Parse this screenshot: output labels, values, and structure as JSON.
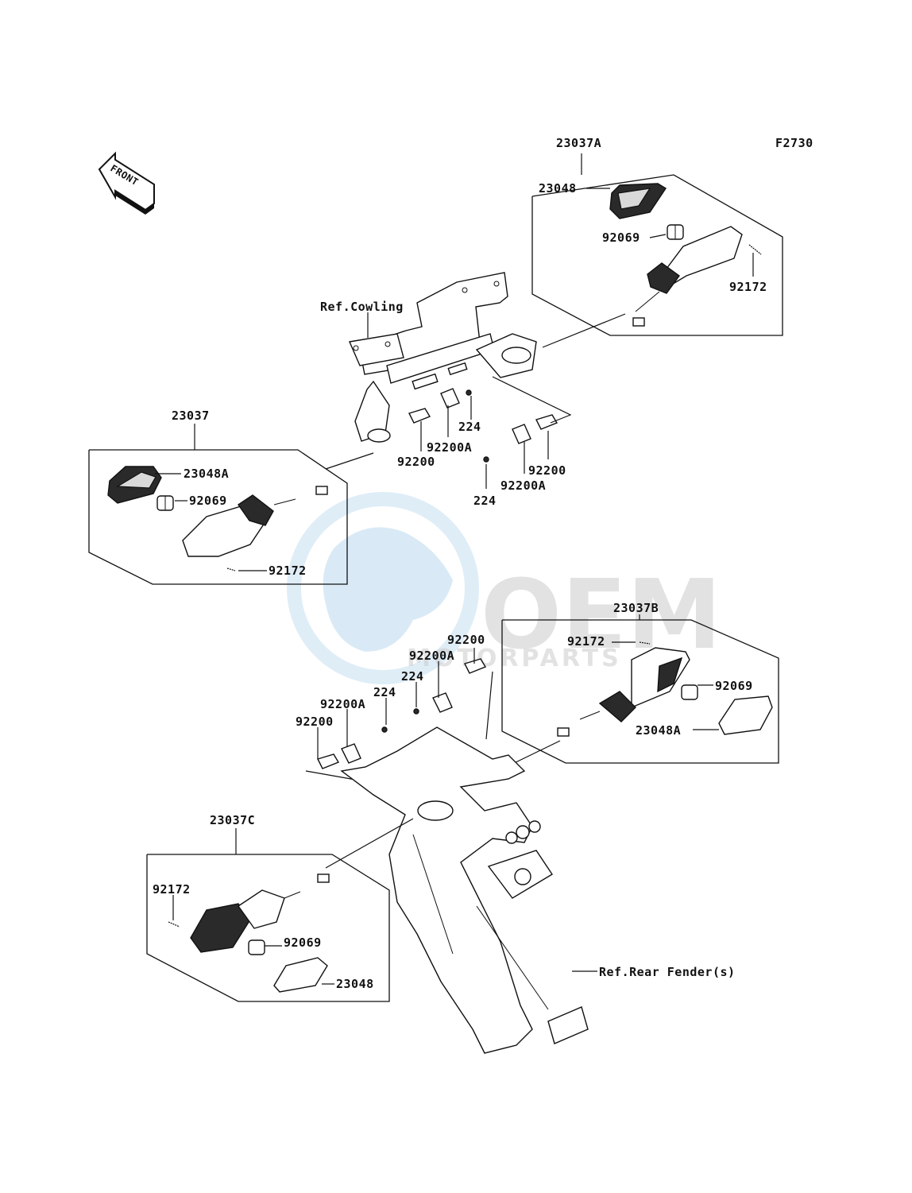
{
  "diagram_code": "F2730",
  "front_badge": "FRONT",
  "watermark": {
    "brand": "OEM",
    "sub": "MOTORPARTS"
  },
  "labels": {
    "a_23037A": "23037A",
    "a_23048": "23048",
    "a_92069": "92069",
    "a_92172": "92172",
    "ref_cowling": "Ref.Cowling",
    "b_23037": "23037",
    "b_23048A": "23048A",
    "b_92069": "92069",
    "b_92172": "92172",
    "c_224": "224",
    "c_92200A": "92200A",
    "c_92200": "92200",
    "d_92200": "92200",
    "d_92200A": "92200A",
    "d_224": "224",
    "e_23037B": "23037B",
    "e_92172": "92172",
    "e_92069": "92069",
    "e_23048A": "23048A",
    "f_92200": "92200",
    "f_92200A": "92200A",
    "f_224": "224",
    "g_224": "224",
    "g_92200A": "92200A",
    "g_92200": "92200",
    "h_23037C": "23037C",
    "h_92172": "92172",
    "h_92069": "92069",
    "h_23048": "23048",
    "ref_rear_fender": "Ref.Rear Fender(s)"
  }
}
